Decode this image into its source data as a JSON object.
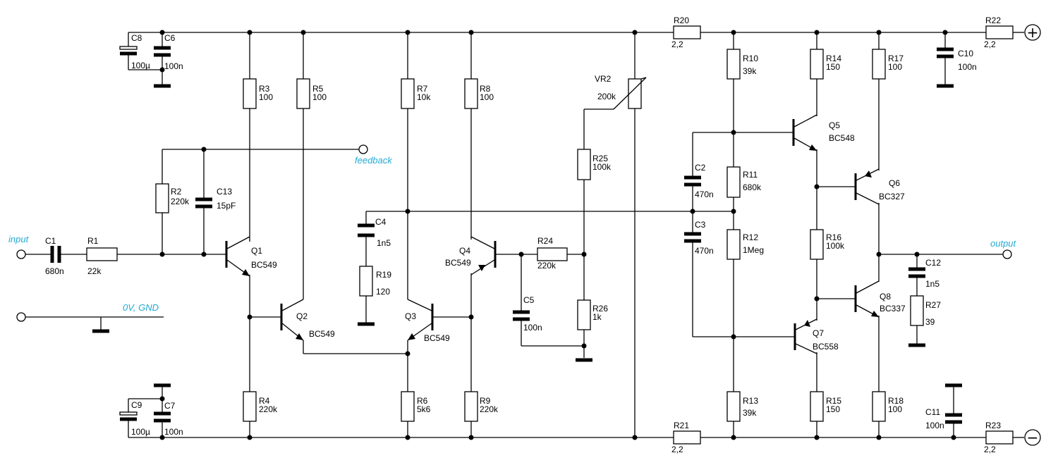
{
  "terminals": {
    "input": "input",
    "feedback": "feedback",
    "gnd": "0V, GND",
    "output": "output",
    "plus": "+",
    "minus": "−"
  },
  "resistors": {
    "R1": {
      "name": "R1",
      "value": "22k"
    },
    "R2": {
      "name": "R2",
      "value": "220k"
    },
    "R3": {
      "name": "R3",
      "value": "100"
    },
    "R4": {
      "name": "R4",
      "value": "220k"
    },
    "R5": {
      "name": "R5",
      "value": "100"
    },
    "R6": {
      "name": "R6",
      "value": "5k6"
    },
    "R7": {
      "name": "R7",
      "value": "10k"
    },
    "R8": {
      "name": "R8",
      "value": "100"
    },
    "R9": {
      "name": "R9",
      "value": "220k"
    },
    "R10": {
      "name": "R10",
      "value": "39k"
    },
    "R11": {
      "name": "R11",
      "value": "680k"
    },
    "R12": {
      "name": "R12",
      "value": "1Meg"
    },
    "R13": {
      "name": "R13",
      "value": "39k"
    },
    "R14": {
      "name": "R14",
      "value": "150"
    },
    "R15": {
      "name": "R15",
      "value": "150"
    },
    "R16": {
      "name": "R16",
      "value": "100k"
    },
    "R17": {
      "name": "R17",
      "value": "100"
    },
    "R18": {
      "name": "R18",
      "value": "100"
    },
    "R19": {
      "name": "R19",
      "value": "120"
    },
    "R20": {
      "name": "R20",
      "value": "2,2"
    },
    "R21": {
      "name": "R21",
      "value": "2,2"
    },
    "R22": {
      "name": "R22",
      "value": "2,2"
    },
    "R23": {
      "name": "R23",
      "value": "2,2"
    },
    "R24": {
      "name": "R24",
      "value": "220k"
    },
    "R25": {
      "name": "R25",
      "value": "100k"
    },
    "R26": {
      "name": "R26",
      "value": "1k"
    },
    "R27": {
      "name": "R27",
      "value": "39"
    },
    "VR2": {
      "name": "VR2",
      "value": "200k"
    }
  },
  "capacitors": {
    "C1": {
      "name": "C1",
      "value": "680n"
    },
    "C2": {
      "name": "C2",
      "value": "470n"
    },
    "C3": {
      "name": "C3",
      "value": "470n"
    },
    "C4": {
      "name": "C4",
      "value": "1n5"
    },
    "C5": {
      "name": "C5",
      "value": "100n"
    },
    "C6": {
      "name": "C6",
      "value": "100n"
    },
    "C7": {
      "name": "C7",
      "value": "100n"
    },
    "C8": {
      "name": "C8",
      "value": "100µ"
    },
    "C9": {
      "name": "C9",
      "value": "100µ"
    },
    "C10": {
      "name": "C10",
      "value": "100n"
    },
    "C11": {
      "name": "C11",
      "value": "100n"
    },
    "C12": {
      "name": "C12",
      "value": "1n5"
    },
    "C13": {
      "name": "C13",
      "value": "15pF"
    }
  },
  "transistors": {
    "Q1": {
      "name": "Q1",
      "type": "BC549"
    },
    "Q2": {
      "name": "Q2",
      "type": "BC549"
    },
    "Q3": {
      "name": "Q3",
      "type": "BC549"
    },
    "Q4": {
      "name": "Q4",
      "type": "BC549"
    },
    "Q5": {
      "name": "Q5",
      "type": "BC548"
    },
    "Q6": {
      "name": "Q6",
      "type": "BC327"
    },
    "Q7": {
      "name": "Q7",
      "type": "BC558"
    },
    "Q8": {
      "name": "Q8",
      "type": "BC337"
    }
  }
}
